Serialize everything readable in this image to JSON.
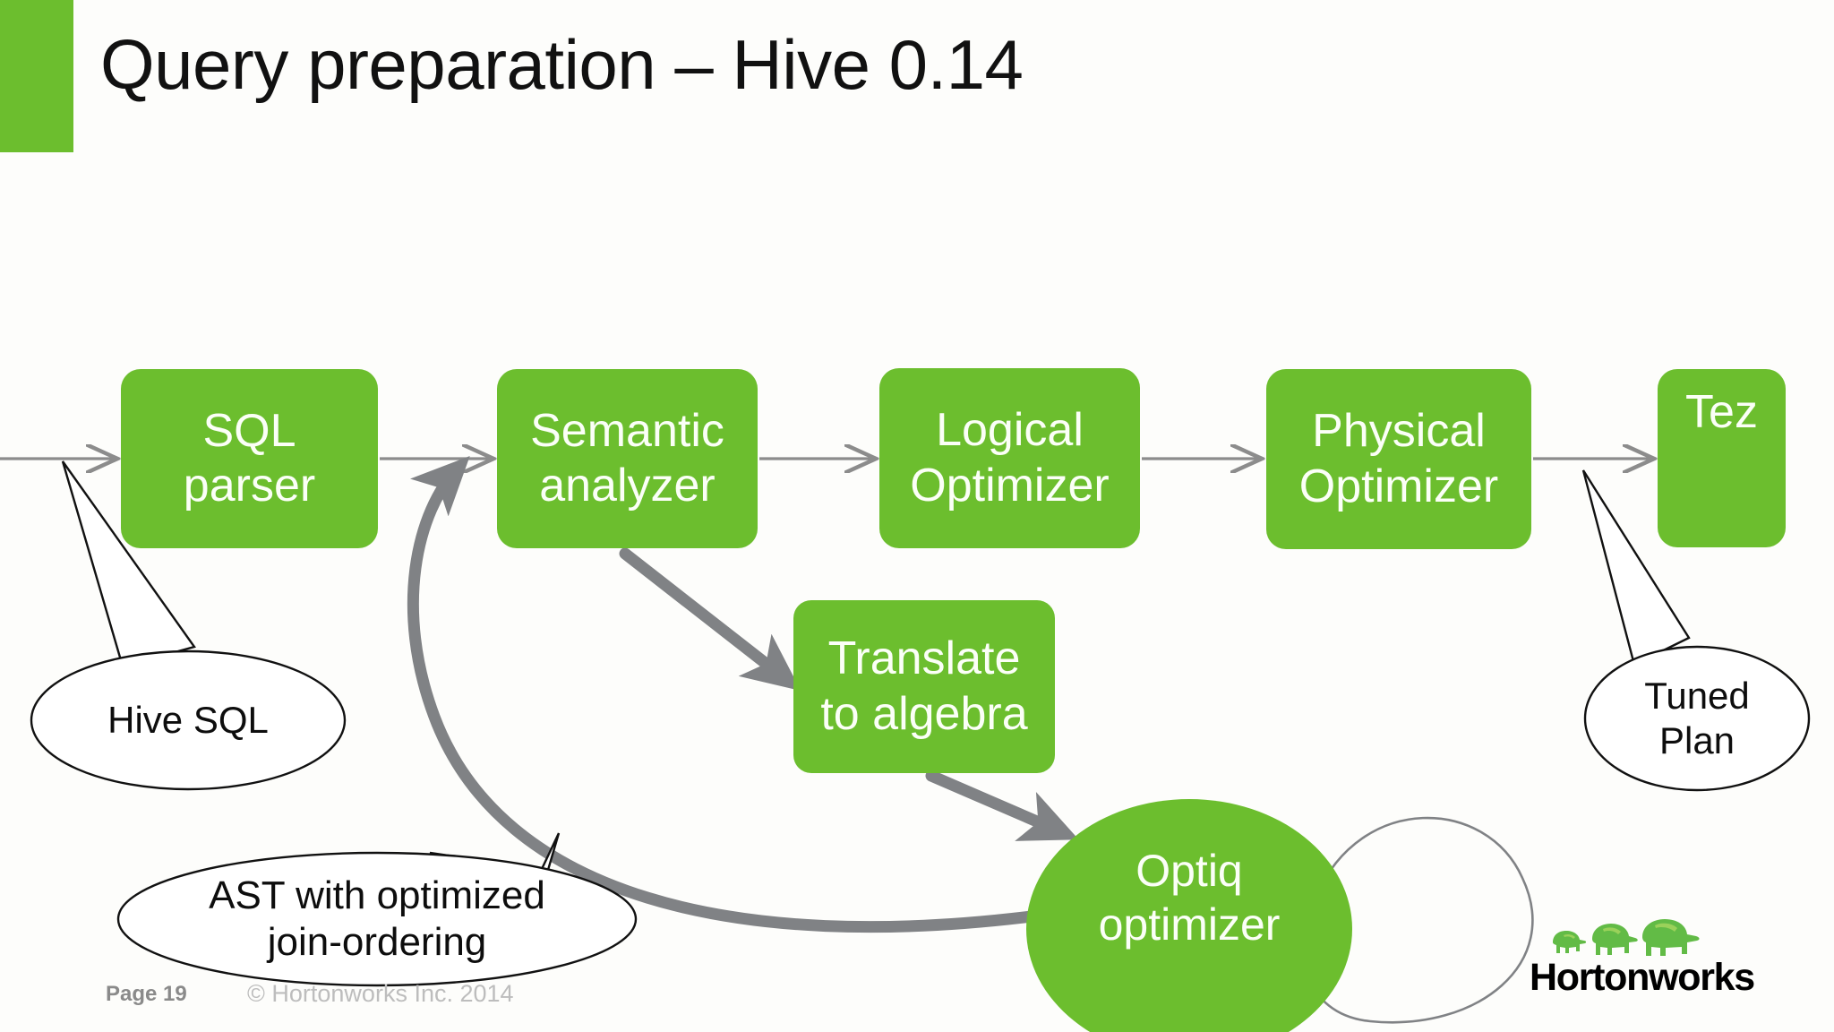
{
  "slide": {
    "title": "Query preparation – Hive 0.14",
    "accent_color": "#6cbe2e",
    "background_color": "#fdfdfb",
    "connector_color": "#808285",
    "thin_arrow_color": "#8c8c8c"
  },
  "pipeline": {
    "boxes": [
      {
        "id": "sql-parser",
        "label": "SQL\nparser",
        "lines": [
          "SQL",
          "parser"
        ]
      },
      {
        "id": "semantic",
        "label": "Semantic\nanalyzer",
        "lines": [
          "Semantic",
          "analyzer"
        ]
      },
      {
        "id": "logical",
        "label": "Logical\nOptimizer",
        "lines": [
          "Logical",
          "Optimizer"
        ]
      },
      {
        "id": "physical",
        "label": "Physical\nOptimizer",
        "lines": [
          "Physical",
          "Optimizer"
        ]
      },
      {
        "id": "tez",
        "label": "Tez",
        "lines": [
          "Tez"
        ]
      }
    ],
    "sql_parser_line1": "SQL",
    "sql_parser_line2": "parser",
    "semantic_line1": "Semantic",
    "semantic_line2": "analyzer",
    "logical_line1": "Logical",
    "logical_line2": "Optimizer",
    "physical_line1": "Physical",
    "physical_line2": "Optimizer",
    "tez_label": "Tez",
    "translate_line1": "Translate",
    "translate_line2": "to algebra",
    "optiq_line1": "Optiq",
    "optiq_line2": "optimizer"
  },
  "callouts": {
    "hive_sql": {
      "text": "Hive SQL",
      "lines": [
        "Hive SQL"
      ]
    },
    "tuned_plan": {
      "text": "Tuned Plan",
      "line1": "Tuned",
      "line2": "Plan"
    },
    "ast": {
      "text": "AST with optimized join-ordering",
      "line1": "AST with optimized",
      "line2": "join-ordering"
    }
  },
  "footer": {
    "page_number": "Page 19",
    "copyright": "© Hortonworks Inc. 2014"
  },
  "logo": {
    "wordmark": "Hortonworks",
    "elephant_color": "#62bb46",
    "text_color": "#000000"
  }
}
